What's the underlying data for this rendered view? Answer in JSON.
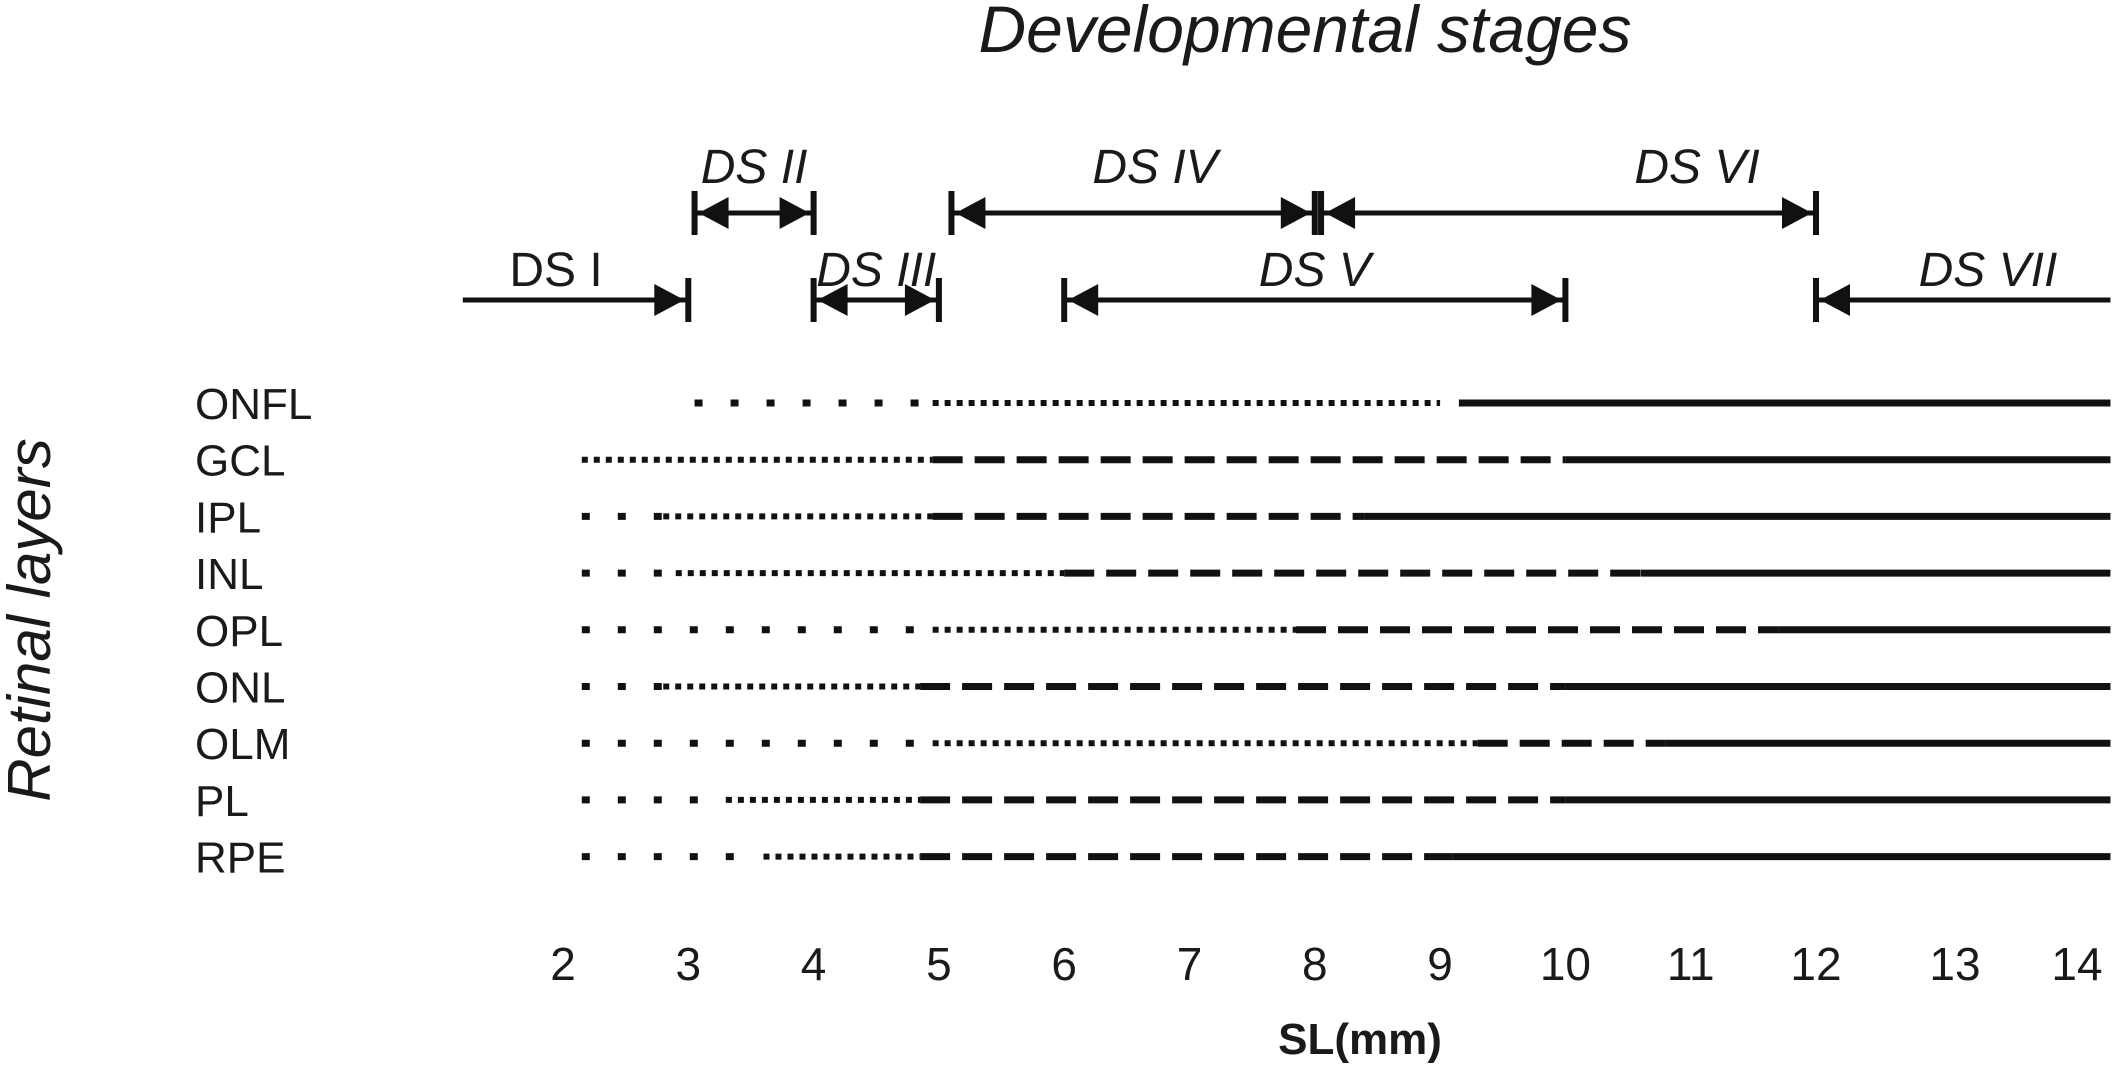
{
  "title": "Developmental stages",
  "y_axis_label": "Retinal layers",
  "x_axis": {
    "label": "SL(mm)",
    "ticks": [
      2,
      3,
      4,
      5,
      6,
      7,
      8,
      9,
      10,
      11,
      12,
      13,
      14
    ]
  },
  "stages": [
    {
      "label": "DS I",
      "start": 1.2,
      "end": 3.0,
      "left_bar": false,
      "right_bar": true,
      "italic": false
    },
    {
      "label": "DS II",
      "start": 3.05,
      "end": 4.0,
      "left_bar": true,
      "right_bar": true,
      "italic": true
    },
    {
      "label": "DS III",
      "start": 4.0,
      "end": 5.0,
      "left_bar": true,
      "right_bar": true,
      "italic": true
    },
    {
      "label": "DS IV",
      "start": 5.1,
      "end": 8.0,
      "left_bar": true,
      "right_bar": true,
      "italic": true
    },
    {
      "label": "DS V",
      "start": 6.0,
      "end": 10.0,
      "left_bar": true,
      "right_bar": true,
      "italic": true
    },
    {
      "label": "DS VI",
      "start": 8.05,
      "end": 12.0,
      "left_bar": true,
      "right_bar": true,
      "italic": true
    },
    {
      "label": "DS VII",
      "start": 12.0,
      "end": 14.35,
      "left_bar": true,
      "right_bar": false,
      "italic": true
    }
  ],
  "layers": [
    {
      "name": "ONFL",
      "segments": [
        {
          "style": "sparse-dot",
          "from": 3.05,
          "to": 4.95
        },
        {
          "style": "dense-dot",
          "from": 4.95,
          "to": 9.0
        },
        {
          "style": "solid",
          "from": 9.15,
          "to": 14.35
        }
      ]
    },
    {
      "name": "GCL",
      "segments": [
        {
          "style": "dense-dot",
          "from": 2.15,
          "to": 4.95
        },
        {
          "style": "dash",
          "from": 4.95,
          "to": 10.0
        },
        {
          "style": "solid",
          "from": 10.0,
          "to": 14.35
        }
      ]
    },
    {
      "name": "IPL",
      "segments": [
        {
          "style": "sparse-dot",
          "from": 2.15,
          "to": 2.8
        },
        {
          "style": "dense-dot",
          "from": 2.8,
          "to": 4.95
        },
        {
          "style": "dash",
          "from": 4.95,
          "to": 8.4
        },
        {
          "style": "solid",
          "from": 8.4,
          "to": 14.35
        }
      ]
    },
    {
      "name": "INL",
      "segments": [
        {
          "style": "sparse-dot",
          "from": 2.15,
          "to": 2.9
        },
        {
          "style": "dense-dot",
          "from": 2.9,
          "to": 6.0
        },
        {
          "style": "dash",
          "from": 6.0,
          "to": 10.6
        },
        {
          "style": "solid",
          "from": 10.6,
          "to": 14.35
        }
      ]
    },
    {
      "name": "OPL",
      "segments": [
        {
          "style": "sparse-dot",
          "from": 2.15,
          "to": 4.8
        },
        {
          "style": "dense-dot",
          "from": 4.95,
          "to": 7.85
        },
        {
          "style": "dash",
          "from": 7.85,
          "to": 11.7
        },
        {
          "style": "solid",
          "from": 11.7,
          "to": 14.35
        }
      ]
    },
    {
      "name": "ONL",
      "segments": [
        {
          "style": "sparse-dot",
          "from": 2.15,
          "to": 2.8
        },
        {
          "style": "dense-dot",
          "from": 2.8,
          "to": 4.85
        },
        {
          "style": "dash",
          "from": 4.85,
          "to": 10.0
        },
        {
          "style": "solid",
          "from": 10.0,
          "to": 14.35
        }
      ]
    },
    {
      "name": "OLM",
      "segments": [
        {
          "style": "sparse-dot",
          "from": 2.15,
          "to": 4.8
        },
        {
          "style": "dense-dot",
          "from": 4.95,
          "to": 9.3
        },
        {
          "style": "dash",
          "from": 9.3,
          "to": 10.8
        },
        {
          "style": "solid",
          "from": 10.8,
          "to": 14.35
        }
      ]
    },
    {
      "name": "PL",
      "segments": [
        {
          "style": "sparse-dot",
          "from": 2.15,
          "to": 3.3
        },
        {
          "style": "dense-dot",
          "from": 3.3,
          "to": 4.85
        },
        {
          "style": "dash",
          "from": 4.85,
          "to": 10.0
        },
        {
          "style": "solid",
          "from": 10.0,
          "to": 14.35
        }
      ]
    },
    {
      "name": "RPE",
      "segments": [
        {
          "style": "sparse-dot",
          "from": 2.15,
          "to": 3.5
        },
        {
          "style": "dense-dot",
          "from": 3.6,
          "to": 4.85
        },
        {
          "style": "dash",
          "from": 4.85,
          "to": 9.1
        },
        {
          "style": "solid",
          "from": 9.1,
          "to": 14.35
        }
      ]
    }
  ]
}
